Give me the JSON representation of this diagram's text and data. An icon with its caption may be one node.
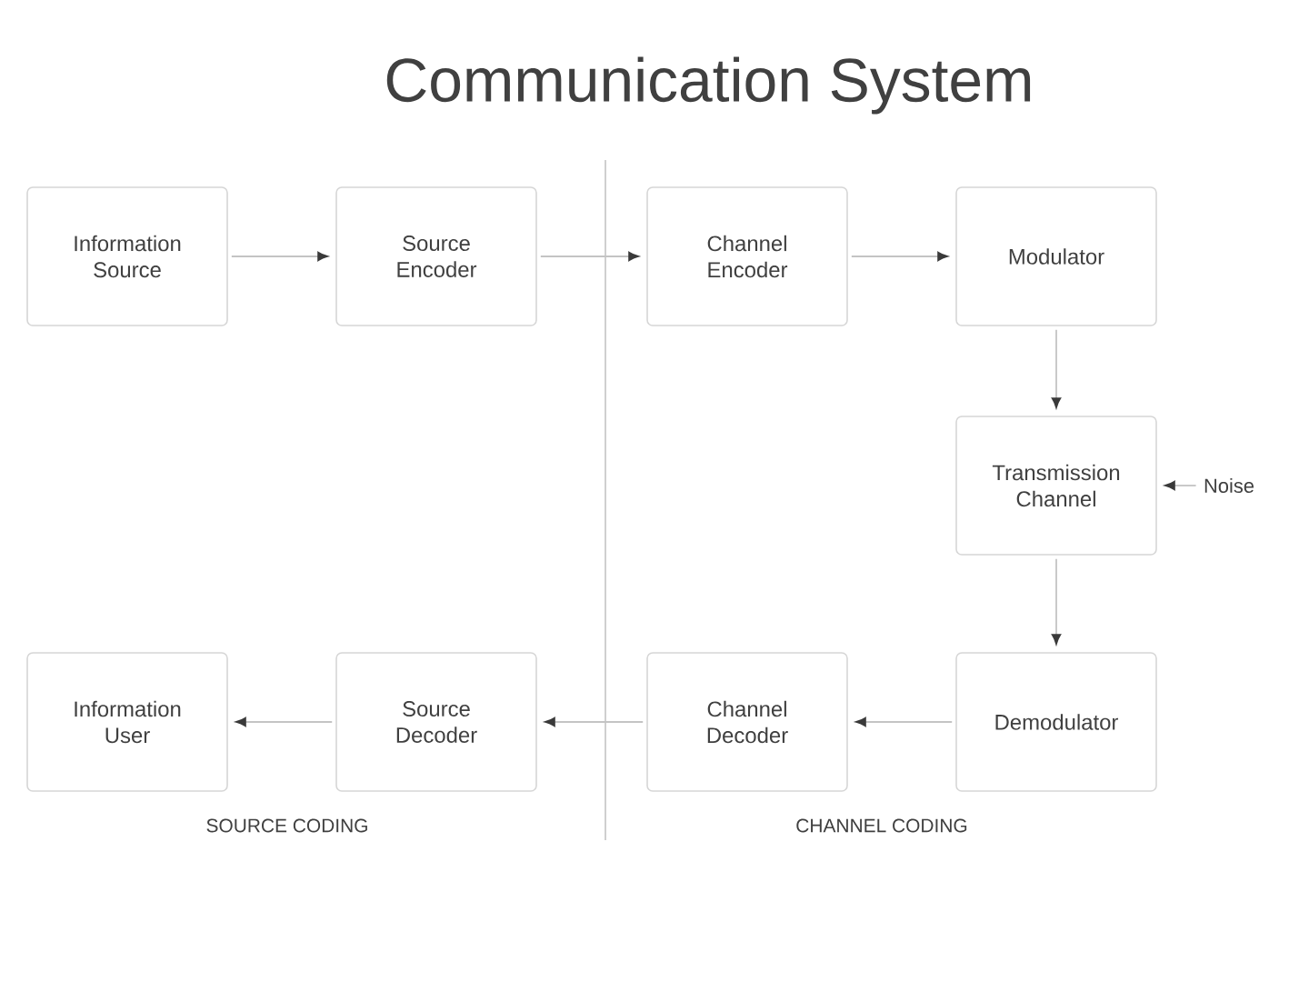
{
  "diagram": {
    "title": "Communication System",
    "nodes": [
      {
        "text": [
          "Information Source"
        ]
      },
      {
        "text": [
          "Source Encoder"
        ]
      },
      {
        "text": [
          "Channel Encoder"
        ]
      },
      {
        "text": [
          "Modulator"
        ]
      },
      {
        "text": [
          "Transmission Channel"
        ]
      },
      {
        "text": [
          "Noise"
        ]
      },
      {
        "text": [
          "Demodulator"
        ]
      },
      {
        "text": [
          "Channel Decoder"
        ]
      },
      {
        "text": [
          "Source Decoder"
        ]
      },
      {
        "text": [
          "Information User"
        ]
      }
    ],
    "edges": [
      {
        "from": 0,
        "to": 1,
        "arrow": "to"
      },
      {
        "from": 1,
        "to": 2,
        "arrow": "to"
      },
      {
        "from": 2,
        "to": 3,
        "arrow": "to"
      },
      {
        "from": 3,
        "to": 4,
        "arrow": "to"
      },
      {
        "from": 5,
        "to": 4,
        "arrow": "to"
      },
      {
        "from": 4,
        "to": 6,
        "arrow": "to"
      },
      {
        "from": 6,
        "to": 7,
        "arrow": "to"
      },
      {
        "from": 7,
        "to": 8,
        "arrow": "to"
      },
      {
        "from": 8,
        "to": 9,
        "arrow": "to"
      }
    ],
    "labels": [
      "SOURCE CODING",
      "CHANNEL CODING"
    ]
  }
}
